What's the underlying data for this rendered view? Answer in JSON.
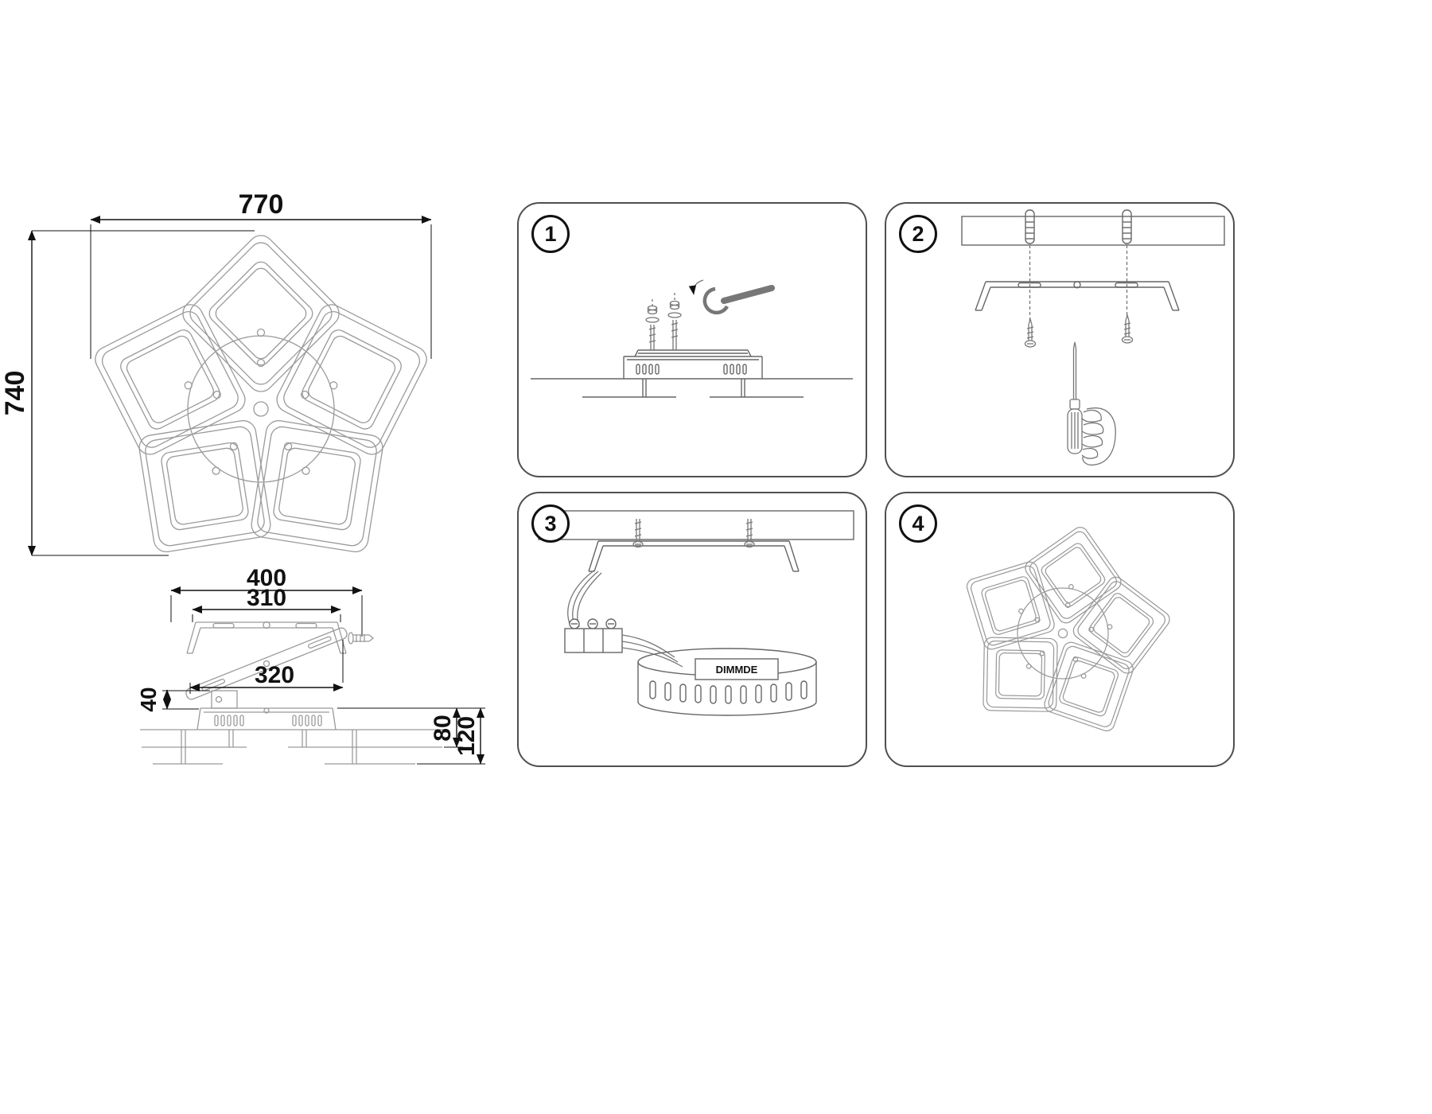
{
  "document": {
    "background": "#ffffff",
    "fixture_line_color": "#9a9a9a",
    "dimension_color": "#111111"
  },
  "dimensions": {
    "overall_width": "770",
    "overall_height": "740",
    "bracket_overall": "400",
    "bracket_top": "310",
    "crossbar": "320",
    "standoff_height": "40",
    "base_height": "80",
    "total_height": "120"
  },
  "steps": [
    {
      "number": "1"
    },
    {
      "number": "2"
    },
    {
      "number": "3"
    },
    {
      "number": "4"
    }
  ],
  "labels": {
    "driver": "DIMMDE"
  }
}
